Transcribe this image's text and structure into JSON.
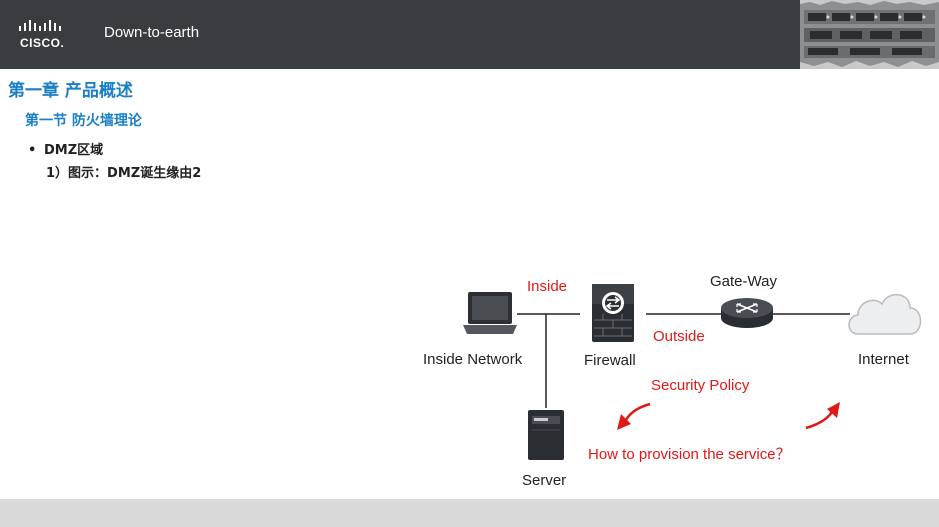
{
  "header": {
    "logo_text": "CISCO.",
    "title": "Down-to-earth"
  },
  "content": {
    "chapter_title": "第一章 产品概述",
    "section_title": "第一节 防火墙理论",
    "bullet": "DMZ区域",
    "sub_item": "1）图示：DMZ诞生缘由2"
  },
  "diagram": {
    "inside_network": "Inside Network",
    "firewall": "Firewall",
    "internet": "Internet",
    "gateway": "Gate-Way",
    "server": "Server",
    "inside": "Inside",
    "outside": "Outside",
    "security_policy": "Security Policy",
    "question": "How to provision the service？"
  },
  "colors": {
    "header_bg": "#3a3d40",
    "title_blue": "#1a7fc4",
    "annotation_red": "#e01818",
    "footer_bg": "#d9d9d9"
  }
}
